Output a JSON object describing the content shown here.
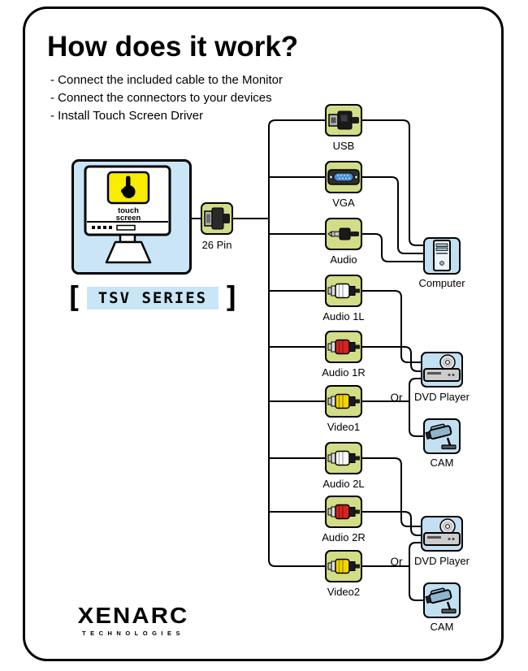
{
  "title": "How does it work?",
  "instructions": [
    "- Connect the included cable to the Monitor",
    "- Connect the connectors to your devices",
    "- Install Touch Screen Driver"
  ],
  "monitor": {
    "touch_line1": "touch",
    "touch_line2": "screen",
    "bracket_left": "[",
    "bracket_right": "]",
    "series": "TSV SERIES"
  },
  "cable": {
    "label": "26 Pin"
  },
  "connectors": [
    {
      "id": "usb",
      "label": "USB"
    },
    {
      "id": "vga",
      "label": "VGA"
    },
    {
      "id": "audio",
      "label": "Audio"
    },
    {
      "id": "audio-1l",
      "label": "Audio 1L"
    },
    {
      "id": "audio-1r",
      "label": "Audio 1R"
    },
    {
      "id": "video-1",
      "label": "Video1"
    },
    {
      "id": "audio-2l",
      "label": "Audio 2L"
    },
    {
      "id": "audio-2r",
      "label": "Audio 2R"
    },
    {
      "id": "video-2",
      "label": "Video2"
    }
  ],
  "devices": [
    {
      "id": "computer",
      "label": "Computer"
    },
    {
      "id": "dvd-player-1",
      "label": "DVD Player"
    },
    {
      "id": "cam-1",
      "label": "CAM"
    },
    {
      "id": "dvd-player-2",
      "label": "DVD Player"
    },
    {
      "id": "cam-2",
      "label": "CAM"
    }
  ],
  "or_labels": [
    "Or",
    "Or"
  ],
  "logo": {
    "name": "XENARC",
    "tagline": "TECHNOLOGIES"
  },
  "colors": {
    "connector_box": "#d3dc86",
    "device_box": "#c3e0f2",
    "monitor_panel": "#c9e5f6",
    "touch_screen_yellow": "#f8ec00",
    "rca_white": "#ffffff",
    "rca_red": "#d42421",
    "rca_yellow": "#f2d500",
    "vga_blue": "#4a8fd4",
    "line": "#000000"
  }
}
